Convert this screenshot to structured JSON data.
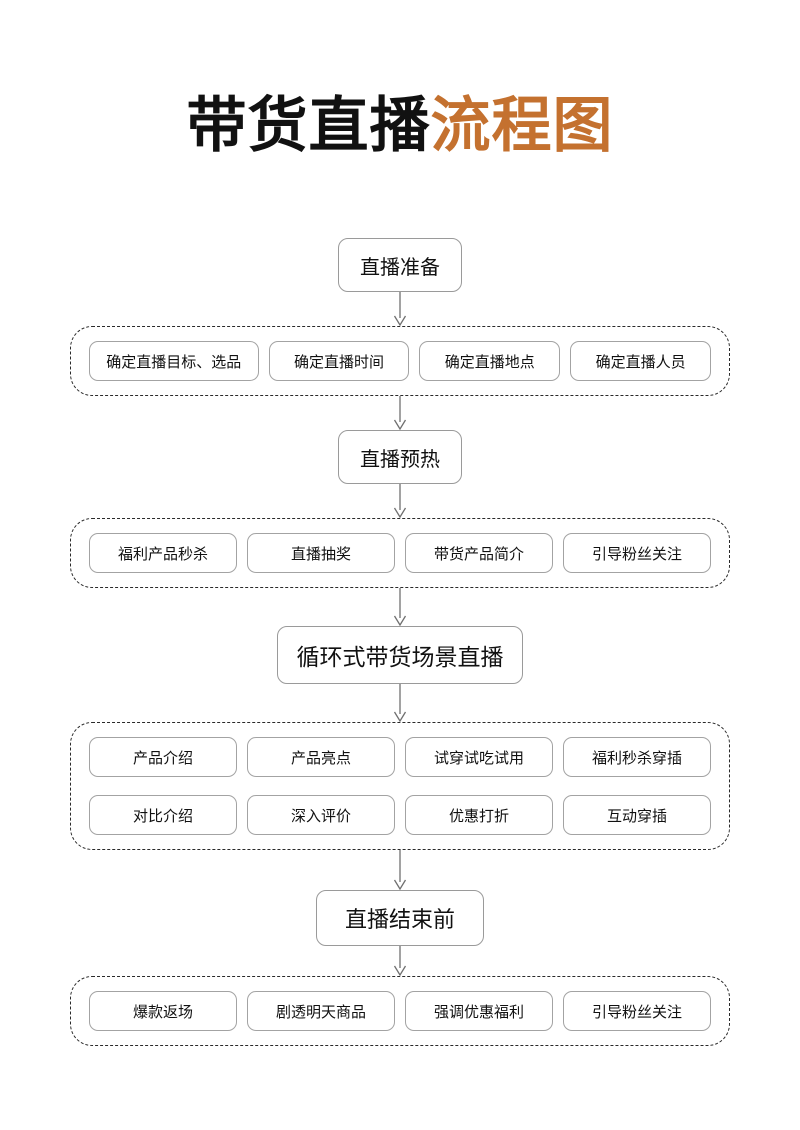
{
  "title": {
    "dark_part": "带货直播",
    "accent_part": "流程图",
    "accent_color": "#c4712f",
    "dark_color": "#111111"
  },
  "colors": {
    "page_background": "#ffffff",
    "node_border": "#9a9a9a",
    "chip_border": "#a3a3a3",
    "group_border": "#2a2a2a",
    "connector": "#6f6f6f"
  },
  "flow": {
    "stages": [
      {
        "id": "stage-prep",
        "node_label": "直播准备",
        "items": [
          [
            "确定直播目标、选品",
            "确定直播时间",
            "确定直播地点",
            "确定直播人员"
          ]
        ]
      },
      {
        "id": "stage-warmup",
        "node_label": "直播预热",
        "items": [
          [
            "福利产品秒杀",
            "直播抽奖",
            "带货产品简介",
            "引导粉丝关注"
          ]
        ]
      },
      {
        "id": "stage-loop",
        "node_label": "循环式带货场景直播",
        "items": [
          [
            "产品介绍",
            "产品亮点",
            "试穿试吃试用",
            "福利秒杀穿插"
          ],
          [
            "对比介绍",
            "深入评价",
            "优惠打折",
            "互动穿插"
          ]
        ]
      },
      {
        "id": "stage-closing",
        "node_label": "直播结束前",
        "items": [
          [
            "爆款返场",
            "剧透明天商品",
            "强调优惠福利",
            "引导粉丝关注"
          ]
        ]
      }
    ]
  }
}
